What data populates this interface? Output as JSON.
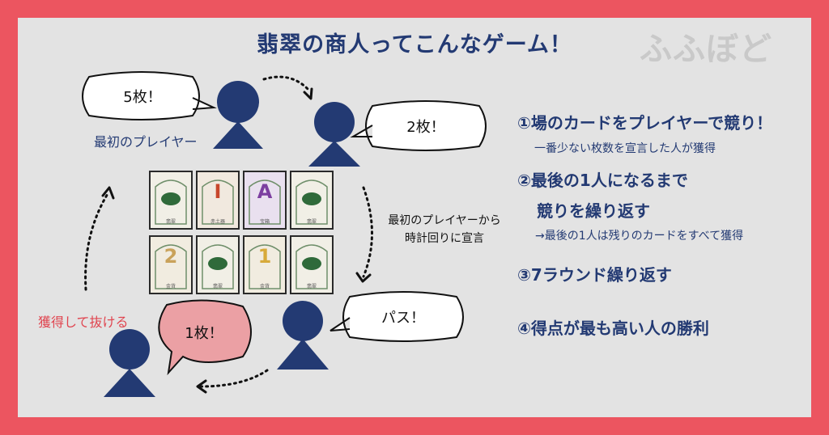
{
  "title": "翡翠の商人ってこんなゲーム！",
  "watermark": "ふふぼど",
  "bubbles": {
    "five": "5枚！",
    "two": "2枚！",
    "pass": "パス！",
    "one": "1枚！"
  },
  "labels": {
    "first_player": "最初のプレイヤー",
    "acquire_exit": "獲得して抜ける",
    "clockwise_line1": "最初のプレイヤーから",
    "clockwise_line2": "時計回りに宣言"
  },
  "rules": [
    {
      "text": "①場のカードをプレイヤーで競り！",
      "sub": "一番少ない枚数を宣言した人が獲得"
    },
    {
      "text": "②最後の1人になるまで",
      "text2": "競りを繰り返す",
      "sub": "→最後の1人は残りのカードをすべて獲得"
    },
    {
      "text": "③7ラウンド繰り返す"
    },
    {
      "text": "④得点が最も高い人の勝利"
    }
  ],
  "cards": [
    {
      "type": "jade",
      "bg": "#f1efe6",
      "glyph": "",
      "cap": "翡翠"
    },
    {
      "type": "letter",
      "bg": "#f1e9df",
      "glyph": "I",
      "cap": "赤土器",
      "color": "#c8472c"
    },
    {
      "type": "letter",
      "bg": "#e9e0ef",
      "glyph": "A",
      "cap": "宝箱",
      "color": "#7c3fa0"
    },
    {
      "type": "jade",
      "bg": "#f1efe6",
      "glyph": "",
      "cap": "翡翠"
    },
    {
      "type": "letter",
      "bg": "#f1ece0",
      "glyph": "2",
      "cap": "金貨",
      "color": "#c9a25a"
    },
    {
      "type": "jade",
      "bg": "#f1efe6",
      "glyph": "",
      "cap": "翡翠"
    },
    {
      "type": "letter",
      "bg": "#f1ece0",
      "glyph": "1",
      "cap": "金貨",
      "color": "#d7aa3a"
    },
    {
      "type": "jade",
      "bg": "#f1efe6",
      "glyph": "",
      "cap": "翡翠"
    }
  ],
  "colors": {
    "frame": "#ec5560",
    "panel": "#e3e3e3",
    "navy": "#233a73",
    "bubble_red": "#eba0a4",
    "red_text": "#e0444f"
  }
}
